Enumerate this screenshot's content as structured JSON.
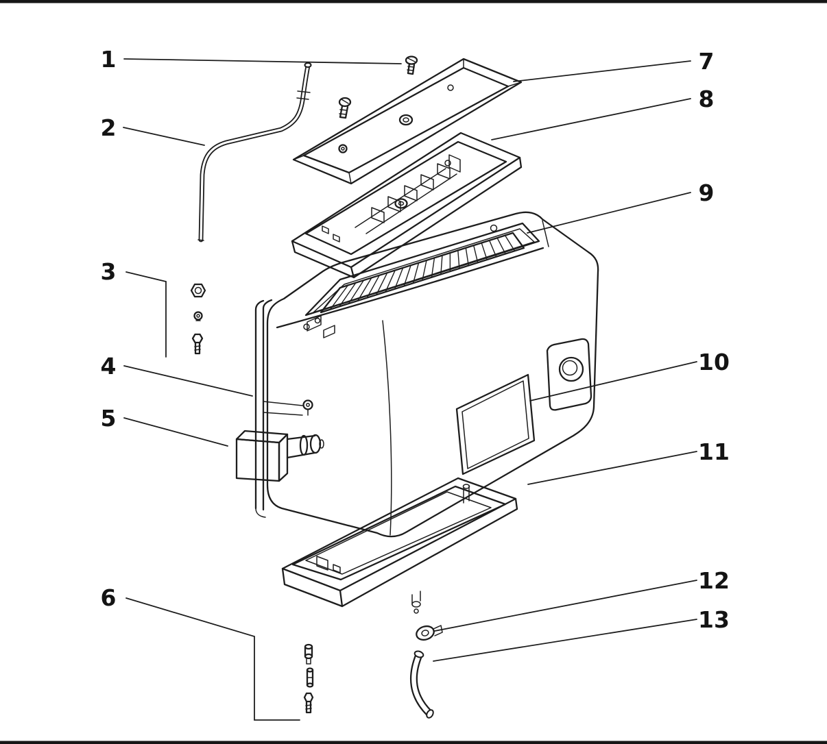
{
  "figure": {
    "kind": "exploded-parts-diagram"
  },
  "colors": {
    "ink": "#1d1d1d",
    "background": "#ffffff"
  },
  "callouts": [
    {
      "label": "1"
    },
    {
      "label": "2"
    },
    {
      "label": "3"
    },
    {
      "label": "4"
    },
    {
      "label": "5"
    },
    {
      "label": "6"
    },
    {
      "label": "7"
    },
    {
      "label": "8"
    },
    {
      "label": "9"
    },
    {
      "label": "10"
    },
    {
      "label": "11"
    },
    {
      "label": "12"
    },
    {
      "label": "13"
    }
  ]
}
